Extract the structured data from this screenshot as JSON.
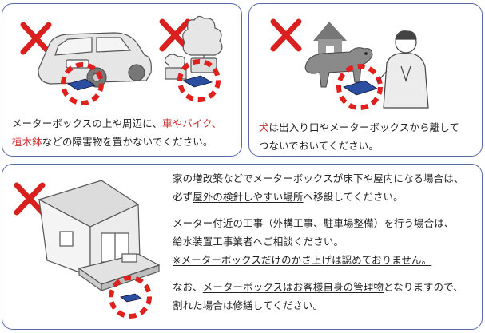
{
  "panel1": {
    "line1_pre": "メーターボックスの上や周辺に、",
    "line1_red": "車やバイク、",
    "line2_red": "植木鉢",
    "line2_post": "などの障害物を置かないでください。"
  },
  "panel2": {
    "line1_red": "犬",
    "line1_post": "は出入り口やメーターボックスから離して",
    "line2": "つないでおいてください。"
  },
  "panel3": {
    "p1_line1": "家の増改築などでメーターボックスが床下や屋内になる場合は、",
    "p1_line2_pre": "必ず",
    "p1_line2_u": "屋外の検針しやすい場所",
    "p1_line2_post": "へ移設してください。",
    "p2_line1": "メーター付近の工事（外構工事、駐車場整備）を行う場合は、",
    "p2_line2": "給水装置工事業者へご相談ください。",
    "p2_line3": "※メーターボックスだけのかさ上げは認めておりません。",
    "p3_line1_pre": "なお、",
    "p3_line1_u": "メーターボックスはお客様自身の管理物",
    "p3_line1_post": "となりますので、",
    "p3_line2": "割れた場合は修繕してください。"
  },
  "colors": {
    "cross": "#d9201e",
    "circle": "#e0201c",
    "border": "#5a6aa8",
    "meter_box": "#2a4fa0"
  },
  "icons": [
    "x-mark-icon",
    "car-illustration",
    "planter-illustration",
    "house-icon",
    "dog-illustration",
    "worker-illustration",
    "house-illustration",
    "meter-box-icon"
  ]
}
